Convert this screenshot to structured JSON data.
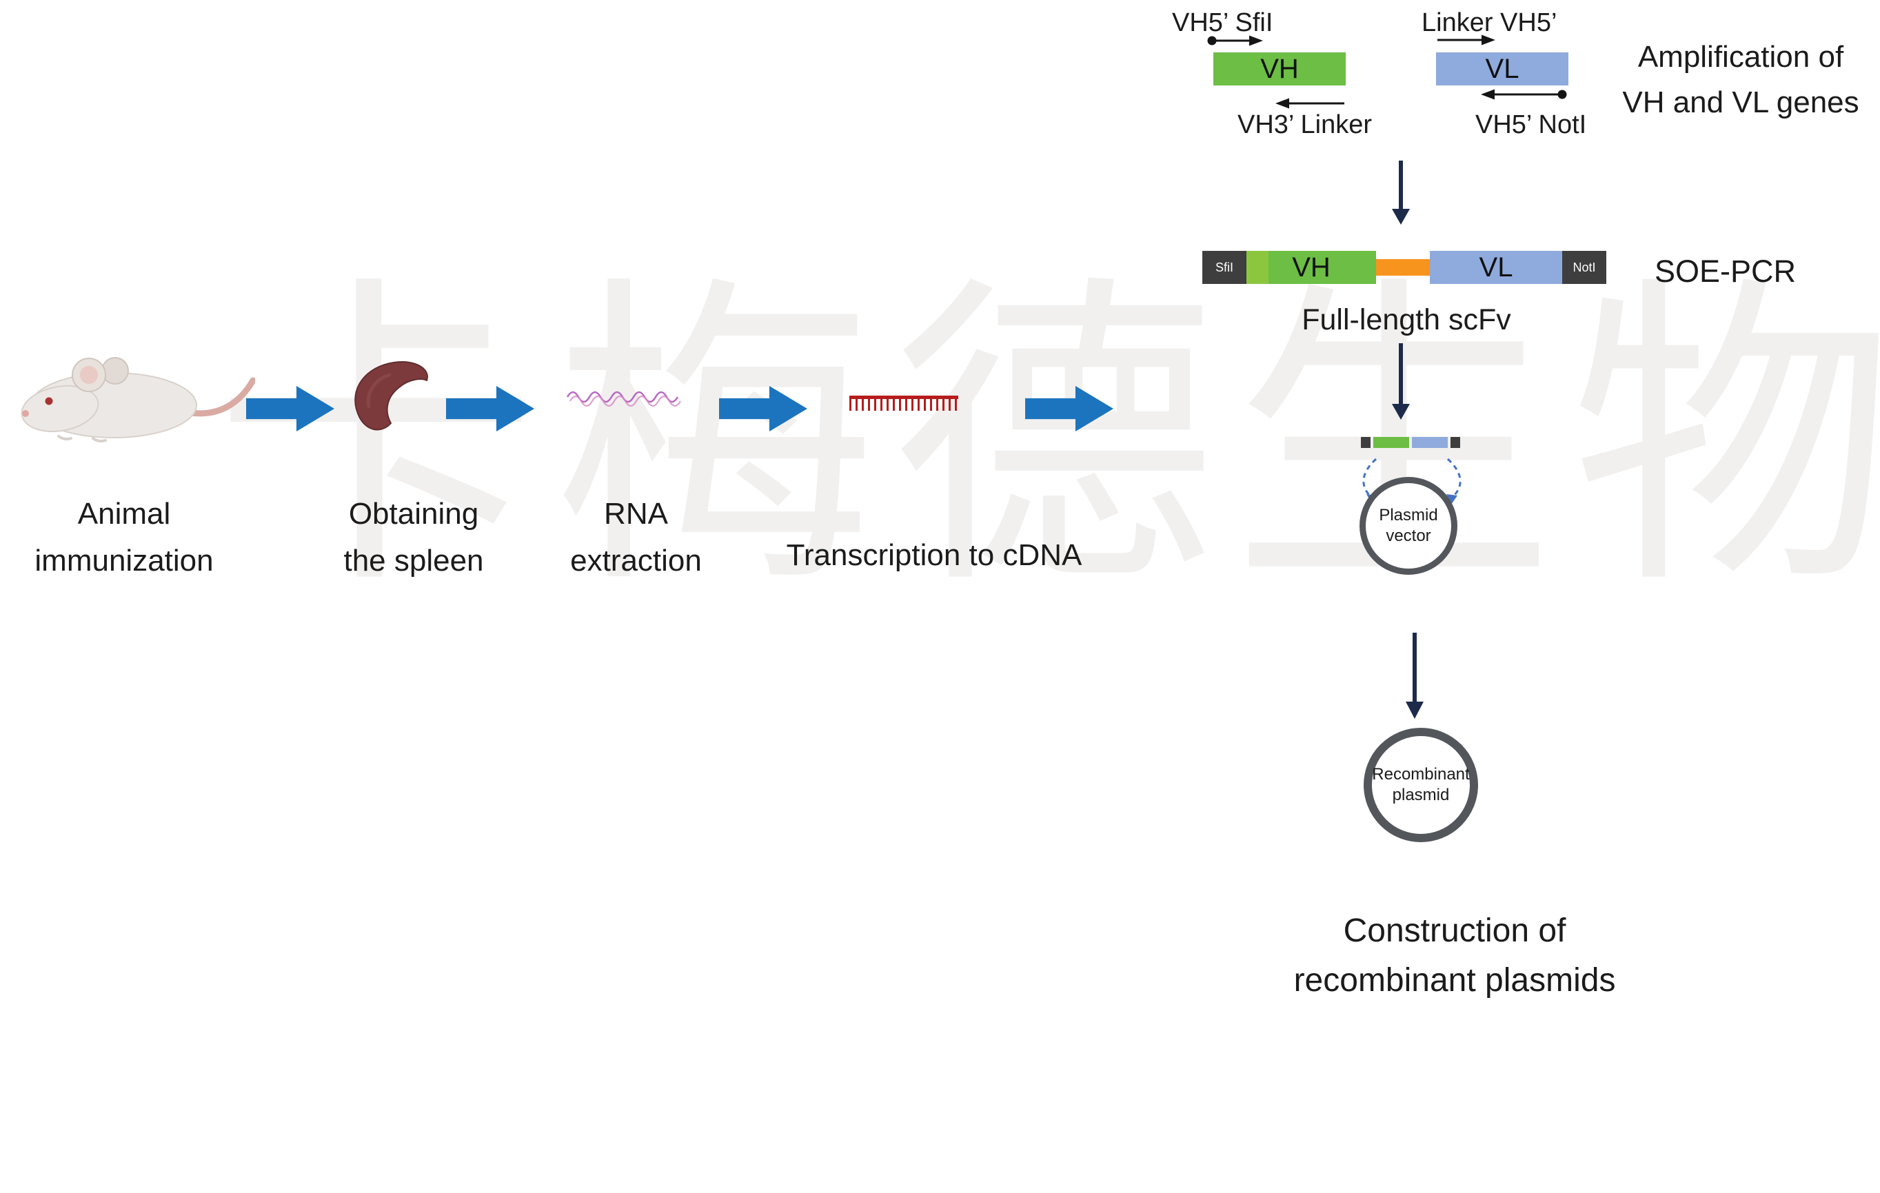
{
  "watermark": {
    "text": "卡梅德生物"
  },
  "workflow": {
    "arrow_color": "#1C74BE",
    "steps": [
      {
        "line1": "Animal",
        "line2": "immunization"
      },
      {
        "line1": "Obtaining",
        "line2": "the spleen"
      },
      {
        "line1": "RNA",
        "line2": "extraction"
      },
      {
        "line1": "Transcription to cDNA",
        "line2": ""
      }
    ]
  },
  "amplification": {
    "vh_forward_primer": "VH5’  SfiI",
    "vh_box_label": "VH",
    "vh_reverse_primer": "VH3’  Linker",
    "vl_forward_primer": "Linker VH5’",
    "vl_box_label": "VL",
    "vl_reverse_primer": "VH5’  NotI",
    "caption_line1": "Amplification of",
    "caption_line2": "VH and VL genes",
    "vh_color": "#6CBE44",
    "vl_color": "#8FAADC"
  },
  "soe_pcr": {
    "sfil_label": "SfiI",
    "vh_label": "VH",
    "vl_label": "VL",
    "notl_label": "NotI",
    "label": "SOE-PCR",
    "caption": "Full-length scFv",
    "linker_color": "#F7941D",
    "site_color": "#3E3E3E"
  },
  "cloning": {
    "plasmid_vector_line1": "Plasmid",
    "plasmid_vector_line2": "vector",
    "recombinant_line1": "Recombinant",
    "recombinant_line2": "plasmid",
    "caption_line1": "Construction of",
    "caption_line2": "recombinant plasmids"
  }
}
